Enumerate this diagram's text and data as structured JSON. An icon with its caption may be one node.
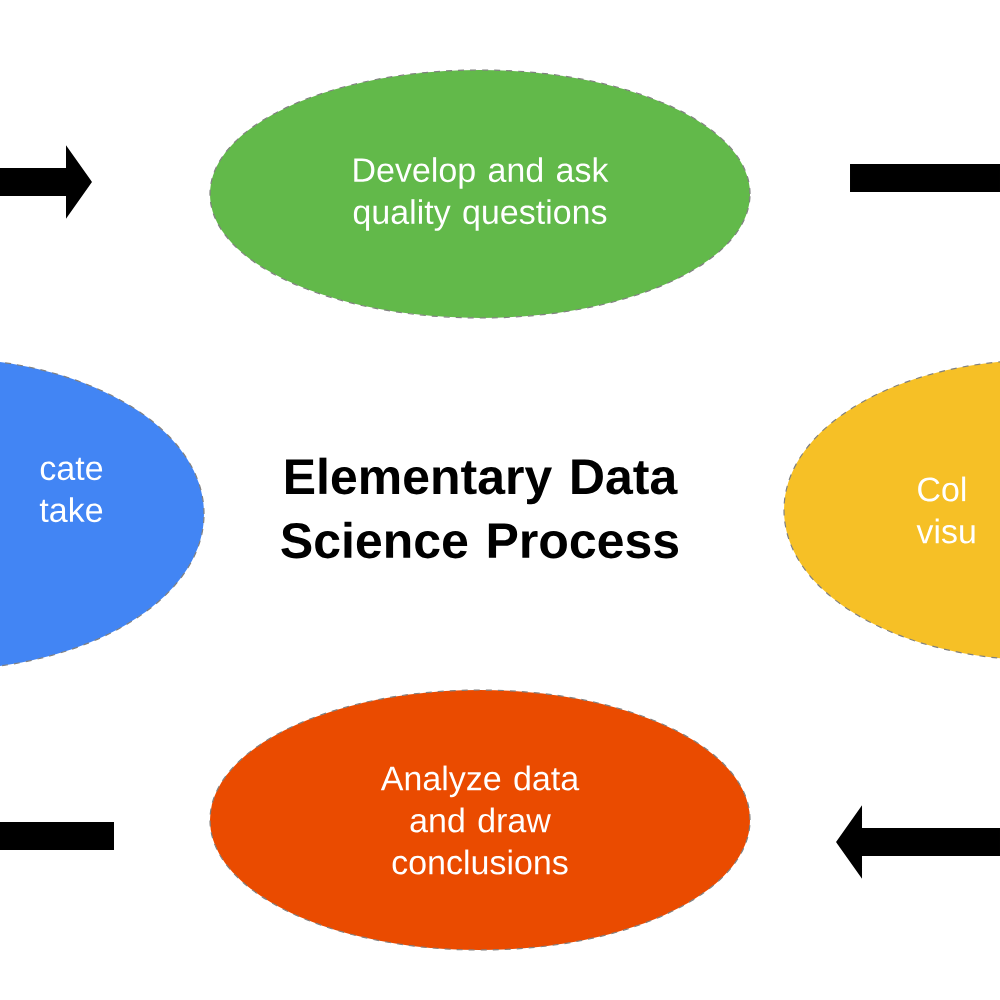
{
  "diagram": {
    "title": "Elementary Data Science Process",
    "nodes": [
      {
        "text": [
          "cate take"
        ]
      },
      {
        "text": [
          "Develop and ask quality questions"
        ]
      },
      {
        "text": [
          "Col visu"
        ]
      },
      {
        "text": [
          "Analyze data and draw conclusions"
        ]
      }
    ]
  }
}
